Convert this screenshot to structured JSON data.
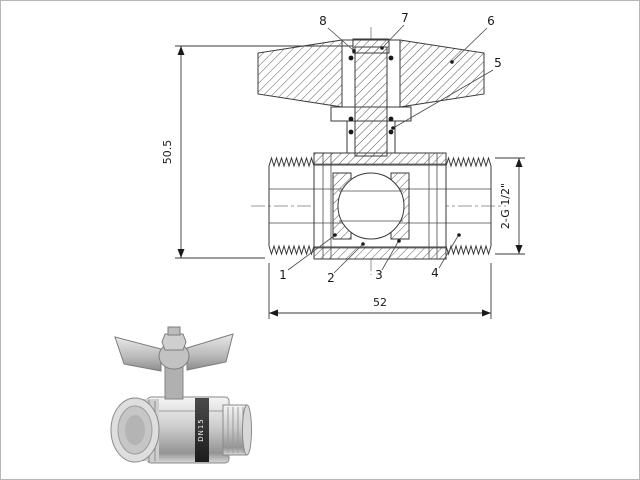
{
  "drawing": {
    "callouts": {
      "c1": "1",
      "c2": "2",
      "c3": "3",
      "c4": "4",
      "c5": "5",
      "c6": "6",
      "c7": "7",
      "c8": "8"
    },
    "dimensions": {
      "height": "50.5",
      "width": "52",
      "thread": "2-G 1/2\""
    }
  },
  "photo": {
    "body_mark": "DN15"
  }
}
